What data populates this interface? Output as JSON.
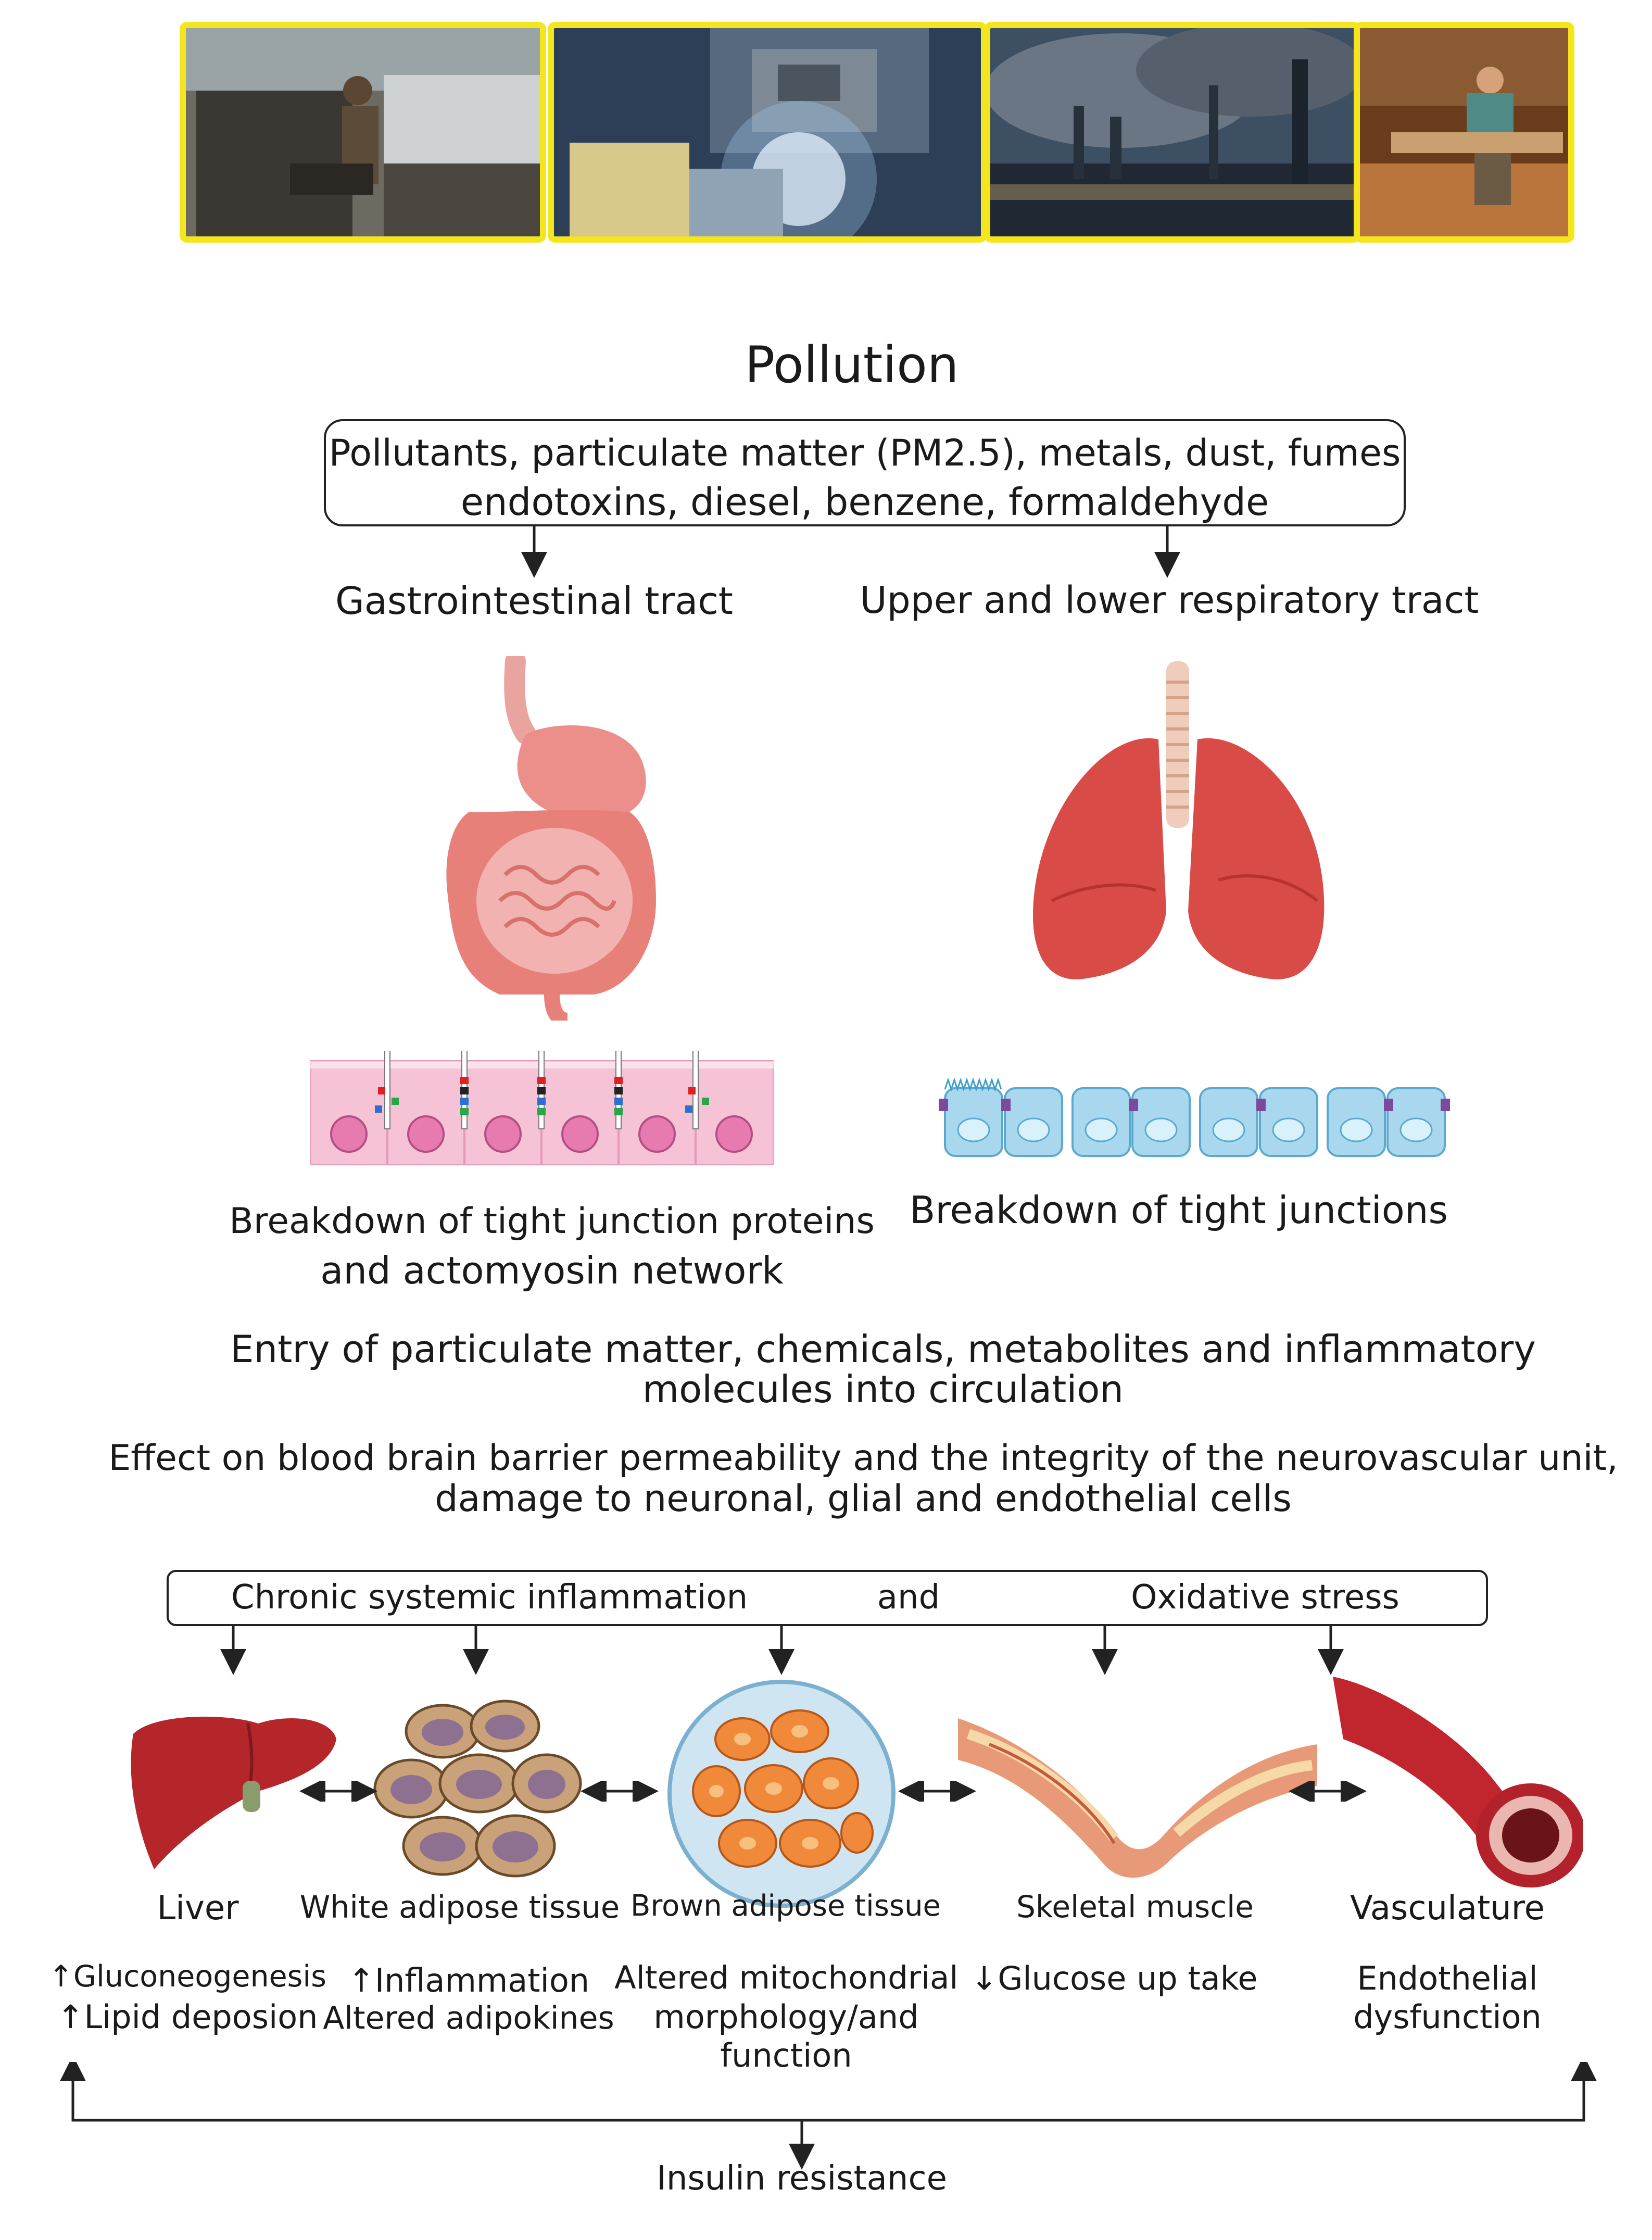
{
  "photos": [
    {
      "subject": "worker dismantling scrap vehicles"
    },
    {
      "subject": "welder with welding sparks"
    },
    {
      "subject": "industrial smokestacks emitting smoke"
    },
    {
      "subject": "woodworker cutting timber"
    }
  ],
  "title": "Pollution",
  "sources_box": {
    "line1": "Pollutants, particulate matter (PM2.5), metals, dust, fumes",
    "line2": "endotoxins, diesel, benzene, formaldehyde"
  },
  "routes": {
    "gi": "Gastrointestinal tract",
    "resp": "Upper and lower respiratory tract"
  },
  "barrier": {
    "gi_line1": "Breakdown of tight junction proteins",
    "gi_line2": "and actomyosin network",
    "resp": "Breakdown of tight junctions"
  },
  "entry": {
    "line1": "Entry of particulate matter, chemicals, metabolites and inflammatory",
    "line2": "molecules into circulation"
  },
  "bbb": {
    "line1": "Effect on blood brain barrier permeability and the integrity of the neurovascular unit,",
    "line2": "damage to neuronal, glial and endothelial cells"
  },
  "mechanism_box": {
    "left": "Chronic systemic inflammation",
    "middle": "and",
    "right": "Oxidative stress"
  },
  "organs": [
    {
      "name": "Liver",
      "effects": [
        "↑Gluconeogenesis",
        "↑Lipid deposion"
      ]
    },
    {
      "name": "White adipose tissue",
      "effects": [
        "↑Inflammation",
        "Altered adipokines"
      ]
    },
    {
      "name": "Brown adipose tissue",
      "effects": [
        "Altered mitochondrial",
        "morphology/and",
        "function"
      ]
    },
    {
      "name": "Skeletal muscle",
      "effects": [
        "↓Glucose up take"
      ]
    },
    {
      "name": "Vasculature",
      "effects": [
        "Endothelial",
        "dysfunction"
      ]
    }
  ],
  "outcome": "Insulin resistance",
  "colors": {
    "photo_frame": "#f4e61e",
    "organ_red": "#c93a3a",
    "stomach_pink": "#ec8f8a",
    "epithelium_pink": "#f6c3d6",
    "epithelium_blue": "#a9d8ee",
    "brown_adipose": "#f08a3a",
    "white_adipose": "#c9a27a"
  }
}
